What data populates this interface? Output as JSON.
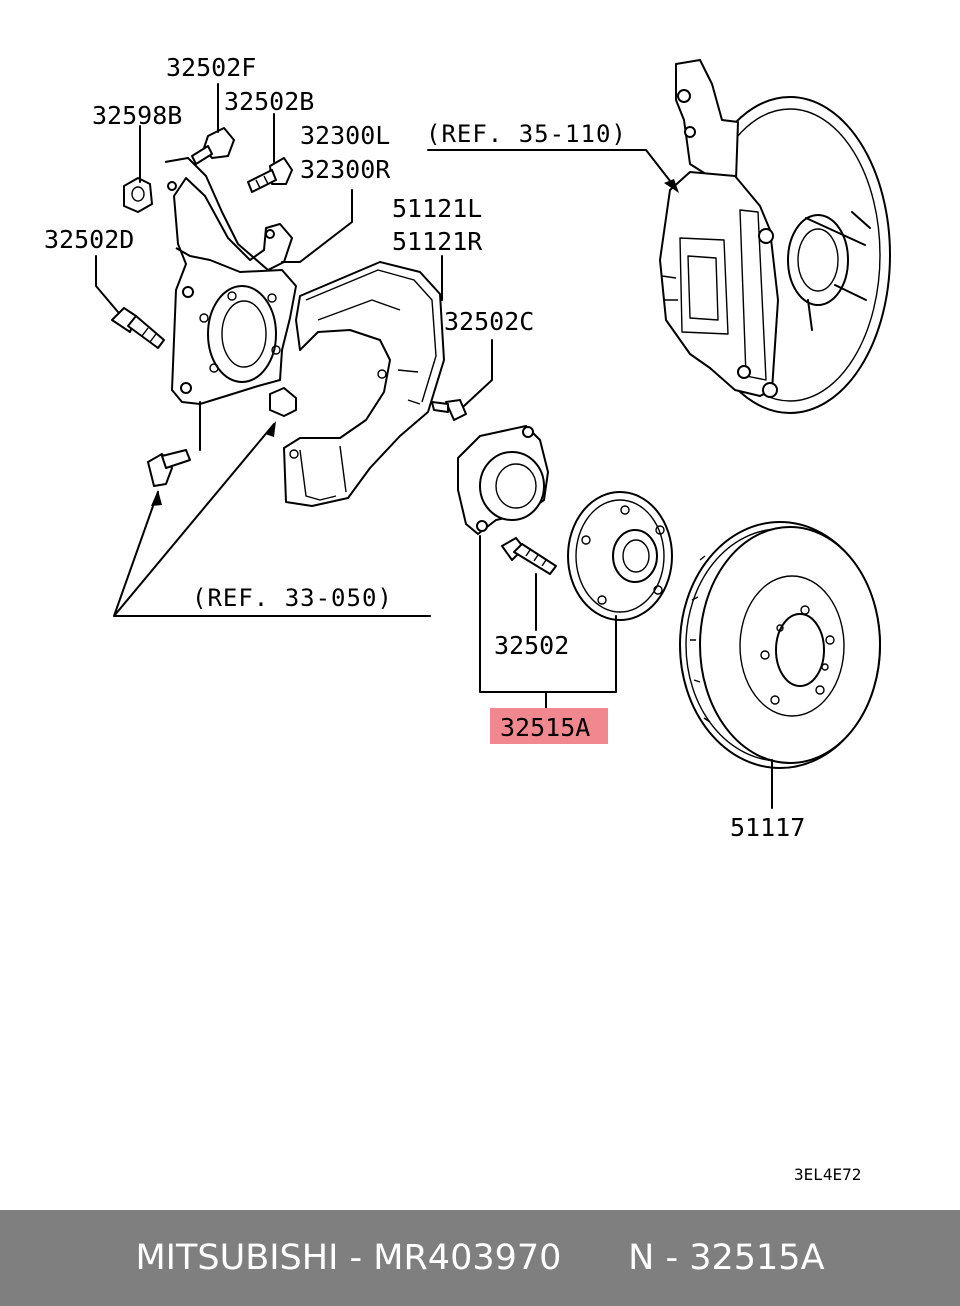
{
  "labels": {
    "p32502F": "32502F",
    "p32598B": "32598B",
    "p32502B": "32502B",
    "p32300L": "32300L",
    "p32300R": "32300R",
    "p51121L": "51121L",
    "p51121R": "51121R",
    "p32502D": "32502D",
    "p32502C": "32502C",
    "p32502": "32502",
    "p32515A": "32515A",
    "p51117": "51117",
    "ref35": "(REF. 35-110)",
    "ref33": "(REF. 33-050)",
    "diagram_code": "3EL4E72"
  },
  "highlight_color": "#f2888f",
  "footer": {
    "text": "MITSUBISHI - MR403970      N - 32515A",
    "background": "#7f7f7f",
    "color": "#ffffff"
  }
}
